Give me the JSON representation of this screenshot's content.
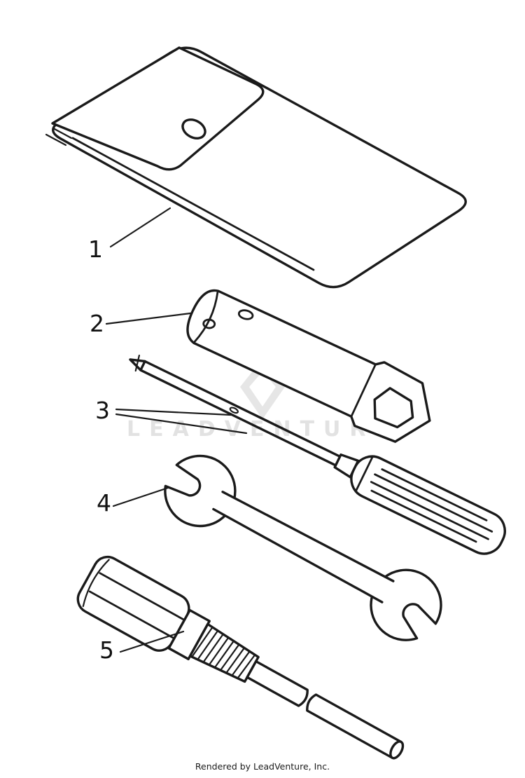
{
  "callouts": [
    "1",
    "2",
    "3",
    "4",
    "5"
  ],
  "watermark": {
    "text": "LEADVENTURE"
  },
  "footer": {
    "credit": "Rendered by LeadVenture, Inc."
  },
  "colors": {
    "line": "#1a1a1a",
    "background": "#ffffff",
    "watermark": "#e2e2e2"
  }
}
